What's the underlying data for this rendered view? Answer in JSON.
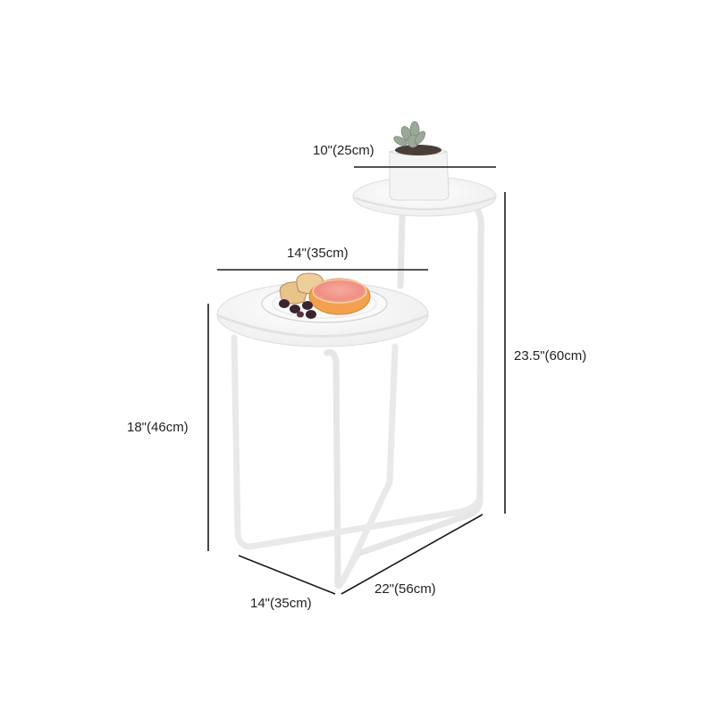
{
  "dimensions": {
    "top_tier_diameter": "10\"(25cm)",
    "bottom_tier_diameter": "14\"(35cm)",
    "total_height": "23.5\"(60cm)",
    "bottom_tier_height": "18\"(46cm)",
    "base_depth": "14\"(35cm)",
    "base_width": "22\"(56cm)"
  },
  "colors": {
    "furniture": "#ffffff",
    "furniture_edge": "#e3e3e3",
    "dimension_line": "#1a1a1a",
    "grapefruit": "#f2a35a",
    "pot": "#f4f4f4"
  }
}
